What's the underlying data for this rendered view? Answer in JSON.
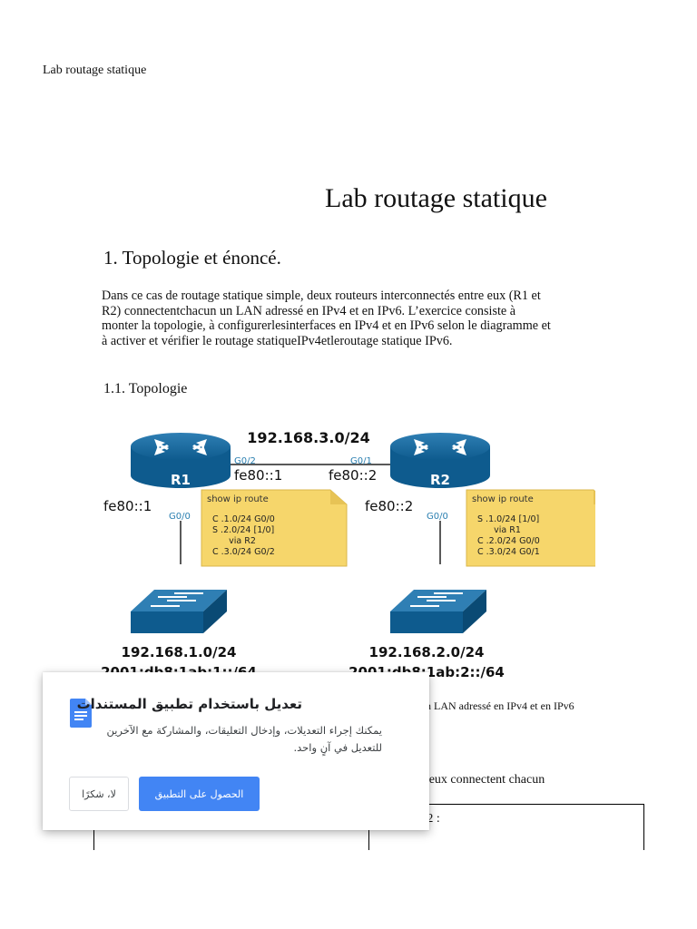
{
  "doc": {
    "header": "Lab routage statique",
    "title": "Lab routage statique",
    "section1": "1. Topologie et énoncé.",
    "para_lines": [
      "Dans ce cas de routage statique simple, deux routeurs interconnectés entre eux (R1 et",
      "R2) connectentchacun un LAN adressé en IPv4 et en IPv6. L’exercice consiste à",
      "monter la topologie, à configurerlesinterfaces en IPv4 et en IPv6 selon le diagramme et",
      "à activer et vérifier le routage statiqueIPv4etleroutage statique IPv6."
    ],
    "subsection": "1.1. Topologie",
    "partial_line1": "un LAN adressé en IPv4 et en IPv6",
    "partial_line2": "e eux connectent chacun",
    "table_cell_right": "R2 :"
  },
  "diagram": {
    "link_net": "192.168.3.0/24",
    "r1": {
      "label": "R1",
      "port_link": "G0/2",
      "ll_link": "fe80::1",
      "ll_lan": "fe80::1",
      "port_lan": "G0/0"
    },
    "r2": {
      "label": "R2",
      "port_link": "G0/1",
      "ll_link": "fe80::2",
      "ll_lan": "fe80::2",
      "port_lan": "G0/0"
    },
    "note1": {
      "title": "show ip route",
      "lines": [
        "C .1.0/24 G0/0",
        "S .2.0/24 [1/0]",
        "      via R2",
        "C .3.0/24 G0/2"
      ]
    },
    "note2": {
      "title": "show ip route",
      "lines": [
        "S .1.0/24 [1/0]",
        "      via R1",
        "C .2.0/24 G0/0",
        "C .3.0/24 G0/1"
      ]
    },
    "lan1": {
      "ipv4": "192.168.1.0/24",
      "ipv6": "2001:db8:1ab:1::/64"
    },
    "lan2": {
      "ipv4": "192.168.2.0/24",
      "ipv6": "2001:db8:1ab:2::/64"
    }
  },
  "popup": {
    "title": "تعديل باستخدام تطبيق المستندات",
    "body": "يمكنك إجراء التعديلات، وإدخال التعليقات، والمشاركة مع الآخرين للتعديل في آنٍ واحد.",
    "btn_later": "لا، شكرًا",
    "btn_get": "الحصول على التطبيق",
    "accent": "#4285f4"
  }
}
